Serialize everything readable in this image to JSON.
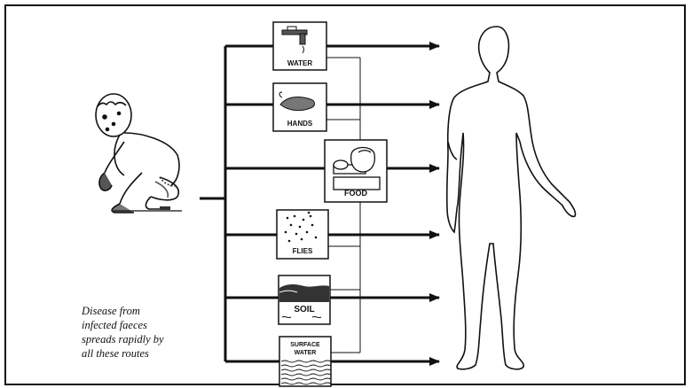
{
  "routes": [
    {
      "id": "water",
      "label": "WATER"
    },
    {
      "id": "hands",
      "label": "HANDS"
    },
    {
      "id": "food",
      "label": "FOOD"
    },
    {
      "id": "flies",
      "label": "FLIES"
    },
    {
      "id": "soil",
      "label": "SOIL"
    },
    {
      "id": "surface-water",
      "label_line1": "SURFACE",
      "label_line2": "WATER"
    }
  ],
  "caption": {
    "line1": "Disease from",
    "line2": "infected faeces",
    "line3": "spreads rapidly by",
    "line4": "all these routes"
  }
}
